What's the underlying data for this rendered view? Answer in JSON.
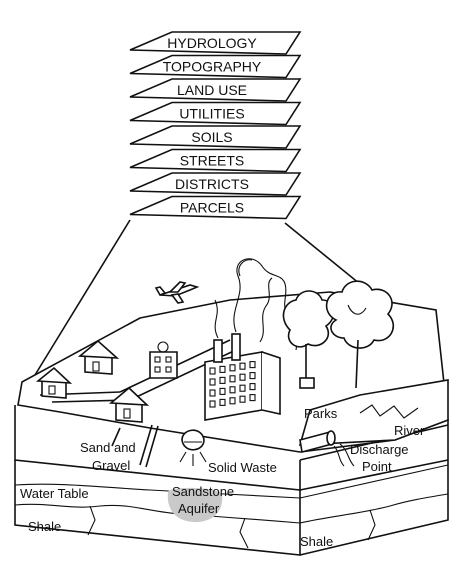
{
  "layers": [
    "HYDROLOGY",
    "TOPOGRAPHY",
    "LAND USE",
    "UTILITIES",
    "SOILS",
    "STREETS",
    "DISTRICTS",
    "PARCELS"
  ],
  "labels": {
    "parks": "Parks",
    "river": "River",
    "discharge_line1": "Discharge",
    "discharge_line2": "Point",
    "sand_line1": "Sand and",
    "sand_line2": "Gravel",
    "solid_waste": "Solid Waste",
    "water_table": "Water Table",
    "sandstone_line1": "Sandstone",
    "sandstone_line2": "Aquifer",
    "shale_left": "Shale",
    "shale_right": "Shale"
  },
  "icons": {
    "airplane": "airplane-icon",
    "houses": "house-icon",
    "factory": "factory-icon",
    "trees": "tree-icon",
    "pipe": "discharge-pipe-icon"
  }
}
